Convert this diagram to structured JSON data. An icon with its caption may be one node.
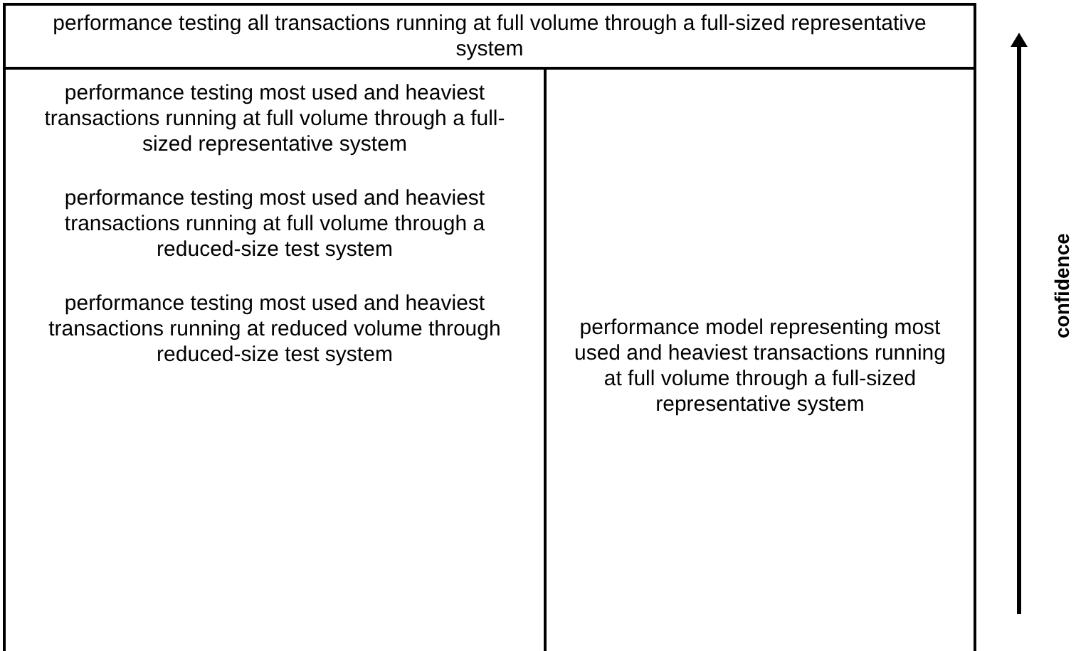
{
  "diagram": {
    "nodes": [
      {
        "text": [
          "performance testing all transactions running at full volume through a full-sized representative system"
        ]
      },
      {
        "text": [
          "performance testing most used and heaviest transactions running at full volume through a full-sized representative system",
          "performance testing most used and heaviest transactions running at full volume through a reduced-size test system",
          "performance testing most used and heaviest transactions running at reduced volume through reduced-size test system"
        ]
      },
      {
        "text": [
          "performance model representing most used and heaviest transactions running at full volume through a full-sized representative system"
        ]
      }
    ],
    "labels": [
      "confidence"
    ]
  }
}
